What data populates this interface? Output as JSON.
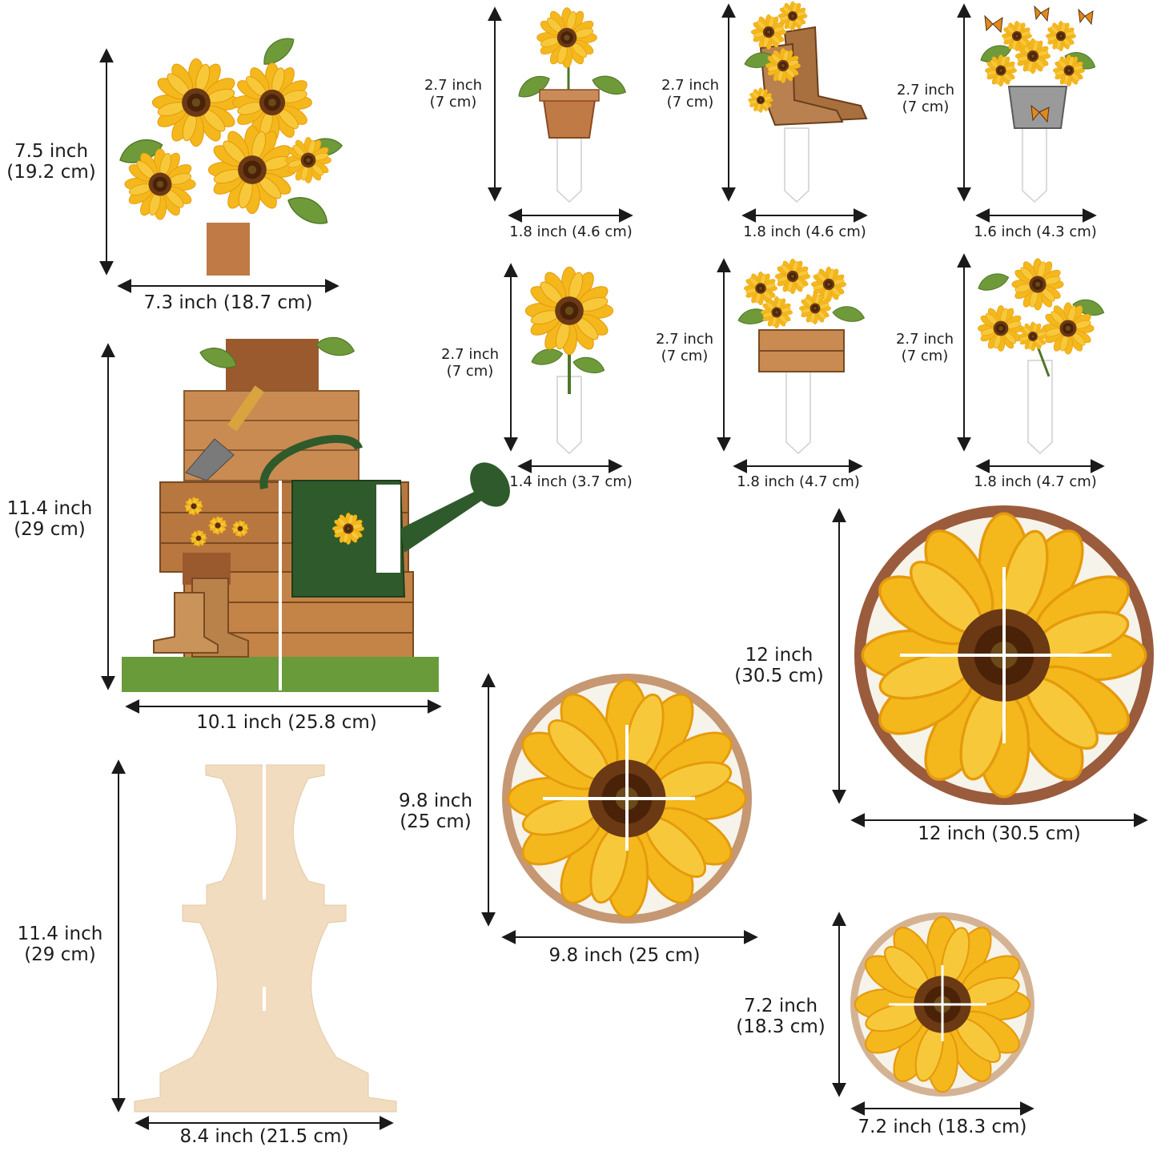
{
  "colors": {
    "petal": "#f4b81c",
    "petal_dark": "#e59a0c",
    "center": "#5a2e10",
    "leaf": "#6f9a3a",
    "wood": "#b8773e",
    "pot": "#c07a45",
    "cream_stand": "#f2dcc0",
    "rim_brown": "#9a5c3d",
    "rim_tan": "#c59772",
    "can_green": "#2f5a2c",
    "arrow": "#1a1a1a"
  },
  "items": {
    "big_bouquet": {
      "height_label": [
        "7.5 inch",
        "(19.2 cm)"
      ],
      "width_label": "7.3 inch (18.7 cm)"
    },
    "garden_scene": {
      "height_label": [
        "11.4 inch",
        "(29 cm)"
      ],
      "width_label": "10.1 inch (25.8 cm)"
    },
    "stand_base": {
      "height_label": [
        "11.4 inch",
        "(29 cm)"
      ],
      "width_label": "8.4 inch (21.5 cm)"
    },
    "stake_pot": {
      "height_label": [
        "2.7 inch",
        "(7 cm)"
      ],
      "width_label": "1.8 inch (4.6 cm)"
    },
    "stake_boots": {
      "height_label": [
        "2.7 inch",
        "(7 cm)"
      ],
      "width_label": "1.8 inch (4.6 cm)"
    },
    "stake_bucket": {
      "height_label": [
        "2.7 inch",
        "(7 cm)"
      ],
      "width_label": "1.6 inch (4.3 cm)"
    },
    "stake_single": {
      "height_label": [
        "2.7 inch",
        "(7 cm)"
      ],
      "width_label": "1.4 inch (3.7 cm)"
    },
    "stake_crate": {
      "height_label": [
        "2.7 inch",
        "(7 cm)"
      ],
      "width_label": "1.8 inch (4.7 cm)"
    },
    "stake_bunch": {
      "height_label": [
        "2.7 inch",
        "(7 cm)"
      ],
      "width_label": "1.8 inch (4.7 cm)"
    },
    "disc_large": {
      "height_label": [
        "12 inch",
        "(30.5 cm)"
      ],
      "width_label": "12 inch (30.5 cm)"
    },
    "disc_medium": {
      "height_label": [
        "9.8 inch",
        "(25 cm)"
      ],
      "width_label": "9.8 inch (25 cm)"
    },
    "disc_small": {
      "height_label": [
        "7.2 inch",
        "(18.3 cm)"
      ],
      "width_label": "7.2 inch (18.3 cm)"
    }
  },
  "icons": [
    "sunflower-icon",
    "flower-pot-icon",
    "cowboy-boots-icon",
    "bucket-icon",
    "wooden-crate-icon",
    "watering-can-icon",
    "garden-trowel-icon",
    "rain-boots-icon",
    "butterfly-icon"
  ]
}
